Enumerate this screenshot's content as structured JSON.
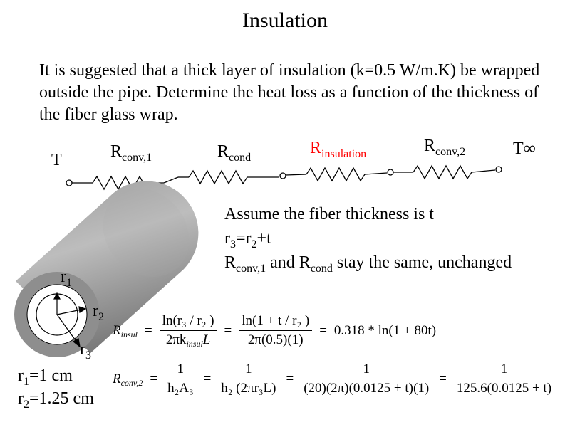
{
  "title": "Insulation",
  "problem": "It is suggested that a thick layer of insulation (k=0.5 W/m.K) be wrapped outside the pipe.  Determine the heat loss as a function of the thickness of the fiber glass wrap.",
  "circuit": {
    "t_left": "T",
    "t_right": "T∞",
    "r_conv1": {
      "base": "R",
      "sub": "conv,1"
    },
    "r_cond": {
      "base": "R",
      "sub": "cond"
    },
    "r_insul": {
      "base": "R",
      "sub": "insulation"
    },
    "r_conv2": {
      "base": "R",
      "sub": "conv,2"
    },
    "highlight_color": "#ff0000"
  },
  "notes": {
    "line1": "Assume the fiber thickness is t",
    "line2_a": "r",
    "line2_sub": "3",
    "line2_b": "=r",
    "line2_sub2": "2",
    "line2_c": "+t",
    "line3_r1": "R",
    "line3_r1_sub": "conv,1",
    "line3_mid": " and R",
    "line3_r2_sub": "cond",
    "line3_end": " stay the same, unchanged"
  },
  "pipe_labels": {
    "r1": "r",
    "r1_sub": "1",
    "r2": "r",
    "r2_sub": "2",
    "r3": "r",
    "r3_sub": "3"
  },
  "given": {
    "r1_a": "r",
    "r1_sub": "1",
    "r1_b": "=1 cm",
    "r2_a": "r",
    "r2_sub": "2",
    "r2_b": "=1.25 cm"
  },
  "eq1": {
    "lhs": "R",
    "lhs_sub": "insul",
    "f1_num": "ln(r₃ / r₂ )",
    "f1_den": "2πk",
    "f1_den_sub": "insul",
    "f1_den_end": "L",
    "f2_num": "ln(1 + t / r₂ )",
    "f2_den": "2π(0.5)(1)",
    "result": "0.318 * ln(1 + 80t)"
  },
  "eq2": {
    "lhs": "R",
    "lhs_sub": "conv,2",
    "f1_num": "1",
    "f1_den": "h₂A₃",
    "f2_num": "1",
    "f2_den": "h₂ (2πr₃L)",
    "f3_num": "1",
    "f3_den": "(20)(2π)(0.0125 + t)(1)",
    "f4_num": "1",
    "f4_den": "125.6(0.0125 + t)"
  }
}
